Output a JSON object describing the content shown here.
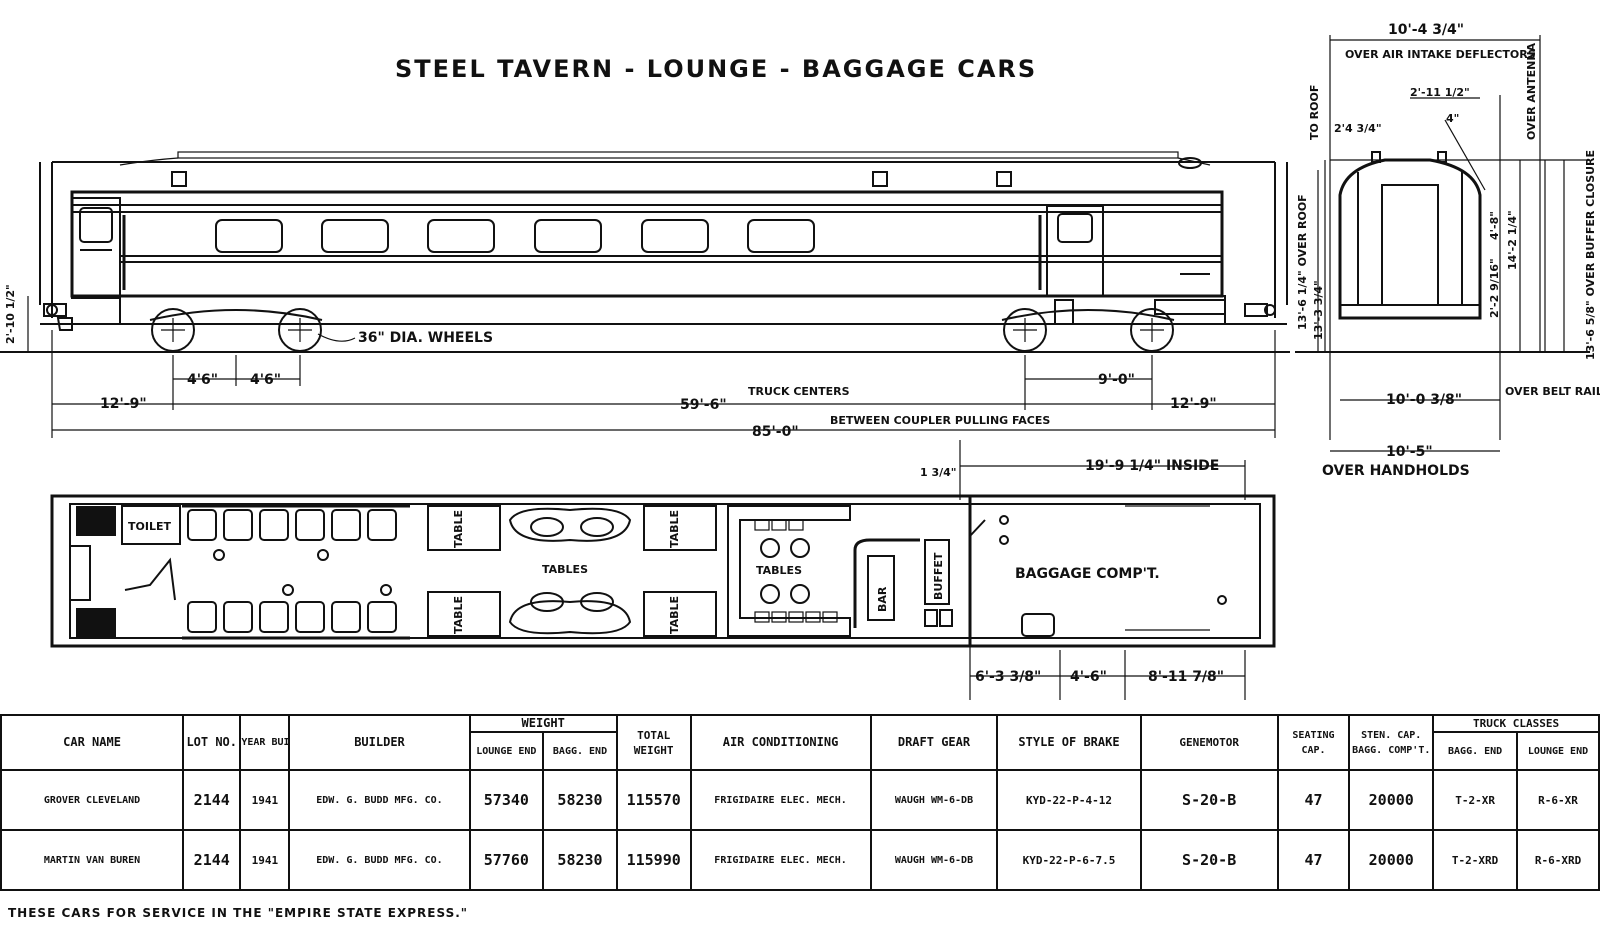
{
  "title": "STEEL TAVERN - LOUNGE - BAGGAGE CARS",
  "side_elevation": {
    "wheels_label": "36\" DIA. WHEELS",
    "end_height": "2'-10 1/2\"",
    "wheelbase_left_a": "4'6\"",
    "wheelbase_left_b": "4'6\"",
    "wheelbase_right": "9'-0\"",
    "overhang_left": "12'-9\"",
    "overhang_right": "12'-9\"",
    "truck_centers_value": "59'-6\"",
    "truck_centers_label": "TRUCK CENTERS",
    "overall_value": "85'-0\"",
    "overall_label": "BETWEEN COUPLER PULLING FACES"
  },
  "end_view": {
    "top_width": "10'-4 3/4\"",
    "top_label": "OVER AIR INTAKE DEFLECTORS",
    "to_roof": "TO ROOF",
    "over_antenna": "OVER ANTENNA",
    "dim_2_11": "2'-11 1/2\"",
    "dim_2_4": "2'4 3/4\"",
    "dim_4": "4\"",
    "over_roof": "13'-6 1/4\" OVER ROOF",
    "dim_13_3": "13'-3 3/4\"",
    "dim_14_2": "14'-2 1/4\"",
    "dim_4_8": "4'-8\"",
    "dim_2_2": "2'-2 9/16\"",
    "over_buffer": "13'-6 5/8\" OVER BUFFER CLOSURE",
    "belt_width": "10'-0 3/8\"",
    "belt_label": "OVER BELT RAIL MOULDINGS",
    "handhold_width": "10'-5\"",
    "handhold_label": "OVER HANDHOLDS"
  },
  "floor_plan": {
    "toilet": "TOILET",
    "table": "TABLE",
    "tables": "TABLES",
    "bar": "BAR",
    "buffet": "BUFFET",
    "baggage": "BAGGAGE COMP'T.",
    "inside_width": "19'-9 1/4\" INSIDE",
    "end_offset": "1 3/4\"",
    "dim_a": "6'-3 3/8\"",
    "dim_b": "4'-6\"",
    "dim_c": "8'-11 7/8\""
  },
  "table": {
    "headers": {
      "car_name": "CAR NAME",
      "lot_no": "LOT NO.",
      "year_built": "YEAR BUILT",
      "builder": "BUILDER",
      "weight": "WEIGHT",
      "lounge_end": "LOUNGE END",
      "bagg_end": "BAGG. END",
      "total_weight": "TOTAL WEIGHT",
      "air_conditioning": "AIR CONDITIONING",
      "draft_gear": "DRAFT GEAR",
      "style_of_brake": "STYLE OF BRAKE",
      "genemotor": "GENEMOTOR",
      "seating_cap": "SEATING CAP.",
      "sten_cap": "STEN. CAP. BAGG. COMP'T.",
      "truck_classes": "TRUCK CLASSES",
      "truck_bagg_end": "BAGG. END",
      "truck_lounge_end": "LOUNGE END"
    },
    "rows": [
      {
        "car_name": "GROVER CLEVELAND",
        "lot_no": "2144",
        "year_built": "1941",
        "builder": "EDW. G. BUDD MFG. CO.",
        "lounge_end": "57340",
        "bagg_end": "58230",
        "total_weight": "115570",
        "air_conditioning": "FRIGIDAIRE ELEC. MECH.",
        "draft_gear": "WAUGH WM-6-DB",
        "style_of_brake": "KYD-22-P-4-12",
        "genemotor": "S-20-B",
        "seating_cap": "47",
        "sten_cap": "20000",
        "truck_bagg_end": "T-2-XR",
        "truck_lounge_end": "R-6-XR"
      },
      {
        "car_name": "MARTIN VAN BUREN",
        "lot_no": "2144",
        "year_built": "1941",
        "builder": "EDW. G. BUDD MFG. CO.",
        "lounge_end": "57760",
        "bagg_end": "58230",
        "total_weight": "115990",
        "air_conditioning": "FRIGIDAIRE ELEC. MECH.",
        "draft_gear": "WAUGH WM-6-DB",
        "style_of_brake": "KYD-22-P-6-7.5",
        "genemotor": "S-20-B",
        "seating_cap": "47",
        "sten_cap": "20000",
        "truck_bagg_end": "T-2-XRD",
        "truck_lounge_end": "R-6-XRD"
      }
    ]
  },
  "footnote": "THESE CARS FOR SERVICE IN THE \"EMPIRE STATE EXPRESS.\""
}
